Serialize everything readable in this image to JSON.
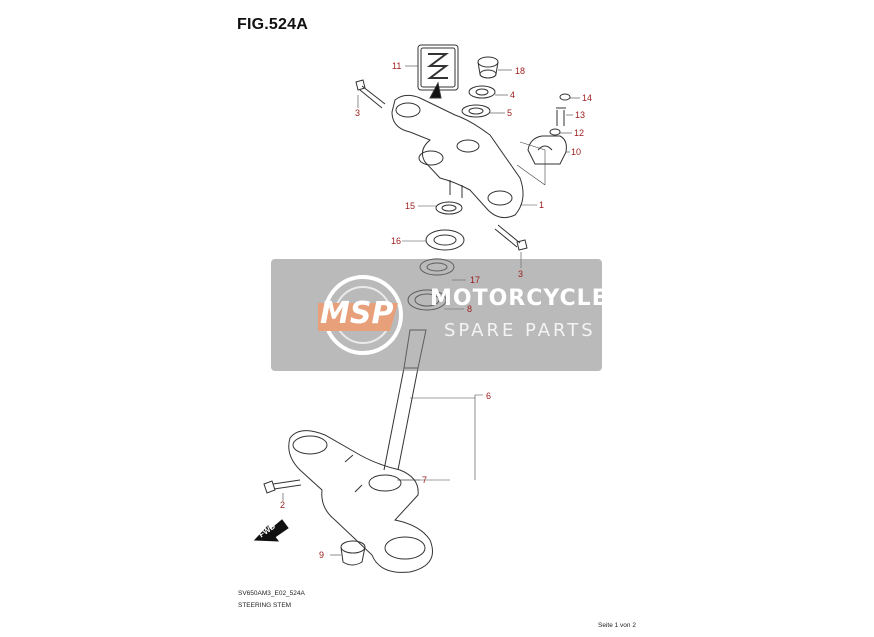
{
  "figure": {
    "title": "FIG.524A",
    "ref_code": "SV650AM3_E02_524A",
    "name": "STEERING STEM",
    "page": "Seite 1 von 2"
  },
  "watermark": {
    "logo_text": "MSP",
    "line1": "MOTORCYCLE",
    "line2": "SPARE PARTS"
  },
  "emblem_text": "SUZUKI",
  "fwd_label": "FWD",
  "callouts": [
    "11",
    "18",
    "4",
    "5",
    "14",
    "13",
    "12",
    "10",
    "3",
    "1",
    "15",
    "16",
    "3",
    "17",
    "8",
    "6",
    "7",
    "2",
    "9"
  ],
  "colors": {
    "callout": "#9b1b1b",
    "line": "#333333",
    "watermark_box": "#8a8a8a",
    "msp_logo": "#e8a07a"
  }
}
